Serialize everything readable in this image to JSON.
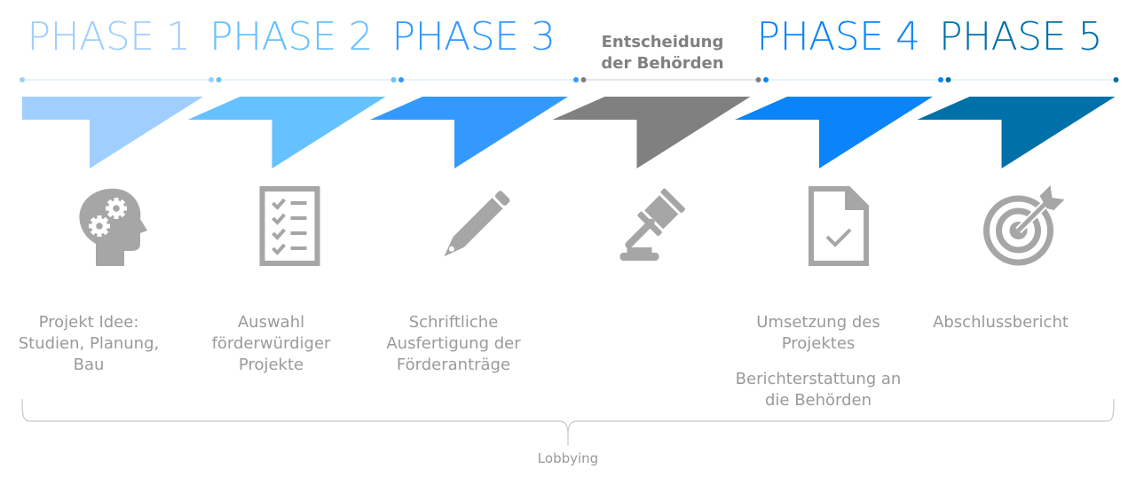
{
  "diagram": {
    "type": "process-timeline",
    "steps": [
      {
        "title": "PHASE 1",
        "title_style": "phase",
        "color": "#a0cfff",
        "icon": "head-gears-icon",
        "description": [
          "Projekt Idee: Studien, Planung, Bau"
        ]
      },
      {
        "title": "PHASE 2",
        "title_style": "phase",
        "color": "#66c1ff",
        "icon": "checklist-icon",
        "description": [
          "Auswahl förderwürdiger Projekte"
        ]
      },
      {
        "title": "PHASE 3",
        "title_style": "phase",
        "color": "#3399ff",
        "icon": "pencil-icon",
        "description": [
          "Schriftliche Ausfertigung der Förderanträge"
        ]
      },
      {
        "title": "Entscheidung der Behörden",
        "title_style": "decision",
        "color": "#808080",
        "icon": "gavel-icon",
        "description": []
      },
      {
        "title": "PHASE 4",
        "title_style": "phase",
        "color": "#0a84f8",
        "icon": "document-check-icon",
        "description": [
          "Umsetzung des Projektes",
          "Berichterstattung an die Behörden"
        ]
      },
      {
        "title": "PHASE 5",
        "title_style": "phase",
        "color": "#0070a8",
        "icon": "target-arrow-icon",
        "description": [
          "Abschlussbericht"
        ]
      }
    ],
    "bracket_label": "Lobbying",
    "icon_color": "#a6a6a6",
    "text_color": "#9a9a9a"
  }
}
